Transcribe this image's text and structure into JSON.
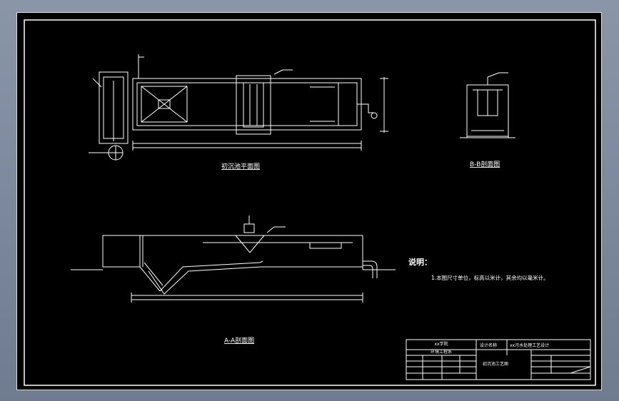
{
  "views": {
    "plan_title": "初沉池平面图",
    "bb_title": "B-B剖面图",
    "aa_title": "A-A剖面图"
  },
  "notes": {
    "heading": "说明：",
    "item1": "1.本图尺寸单位，标高以米计，其余均以毫米计。"
  },
  "title_block": {
    "school": "xx学院",
    "dept": "环境工程系",
    "design_name_label": "设计名称",
    "design_name": "xx污水处理工艺设计",
    "drawing_name": "初沉池工艺图"
  },
  "colors": {
    "background": "#000000",
    "line": "#ffffff",
    "accent": "#f5f5f5"
  }
}
